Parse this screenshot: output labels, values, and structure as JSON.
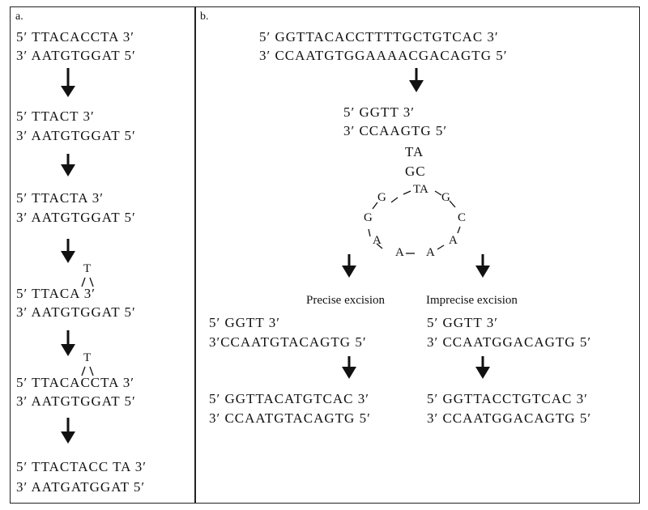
{
  "panel_a": {
    "label": "a.",
    "steps": [
      {
        "top": "5′ TTACACCTA 3′",
        "bottom": "3′ AATGTGGAT 5′"
      },
      {
        "top": "5′ TTACT 3′",
        "bottom": "3′ AATGTGGAT 5′"
      },
      {
        "top": "5′ TTACTA 3′",
        "bottom": "3′ AATGTGGAT 5′"
      },
      {
        "loop": "T",
        "top": "5′ TTACA 3′",
        "bottom": "3′ AATGTGGAT 5′"
      },
      {
        "loop": "T",
        "top": "5′ TTACACCTA 3′",
        "bottom": "3′ AATGTGGAT 5′"
      },
      {
        "top": "5′ TTACTACC TA 3′",
        "bottom": "3′ AATGATGGAT 5′"
      }
    ]
  },
  "panel_b": {
    "label": "b.",
    "start": {
      "top": "5′ GGTTACACCTTTTGCTGTCAC 3′",
      "bottom": "3′ CCAATGTGGAAAACGACAGTG 5′"
    },
    "hairpin": {
      "top": "5′ GGTT 3′",
      "bottom": "3′ CCAAGTG 5′",
      "stem1": "TA",
      "stem2": "GC",
      "loop_bases": [
        "G",
        "TA",
        "G",
        "G",
        "C",
        "A",
        "A",
        "A",
        "A"
      ]
    },
    "precise": {
      "title": "Precise excision",
      "mid_top": "5′ GGTT 3′",
      "mid_bottom": "3′CCAATGTACAGTG 5′",
      "final_top": "5′ GGTTACATGTCAC 3′",
      "final_bottom": "3′ CCAATGTACAGTG 5′"
    },
    "imprecise": {
      "title": "Imprecise excision",
      "mid_top": "5′ GGTT 3′",
      "mid_bottom": "3′ CCAATGGACAGTG 5′",
      "final_top": "5′ GGTTACCTGTCAC 3′",
      "final_bottom": "3′ CCAATGGACAGTG 5′"
    }
  }
}
